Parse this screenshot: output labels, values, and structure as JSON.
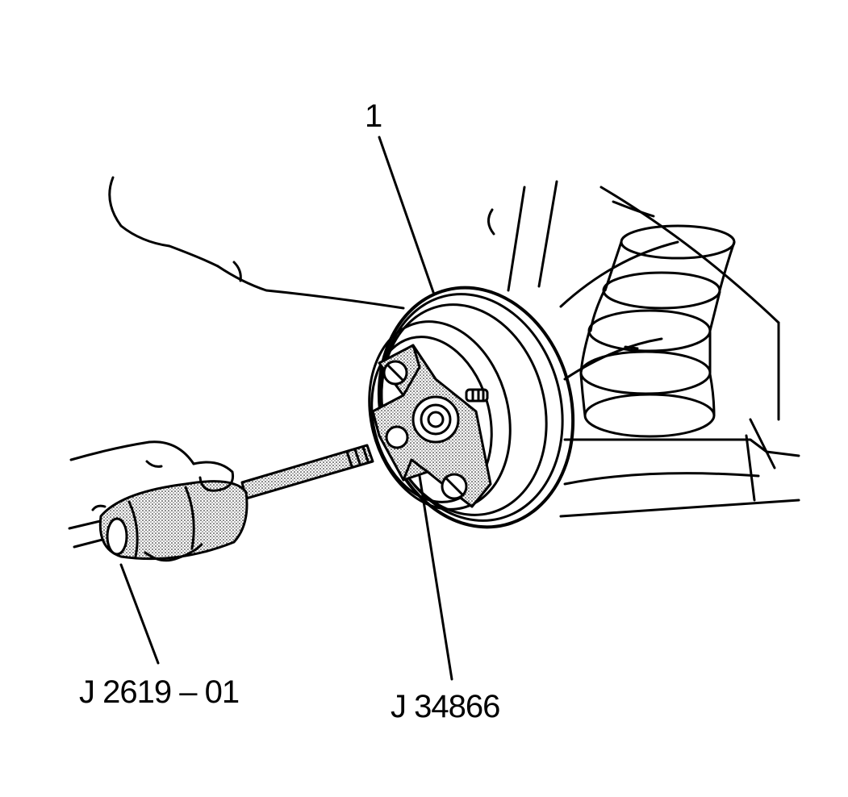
{
  "figure": {
    "callouts": {
      "brake_drum": "1",
      "slide_hammer": "J 2619 – 01",
      "drum_remover": "J 34866"
    }
  },
  "colors": {
    "ink": "#000000",
    "paper": "#ffffff",
    "tool_shade": "#d9d9d9"
  }
}
